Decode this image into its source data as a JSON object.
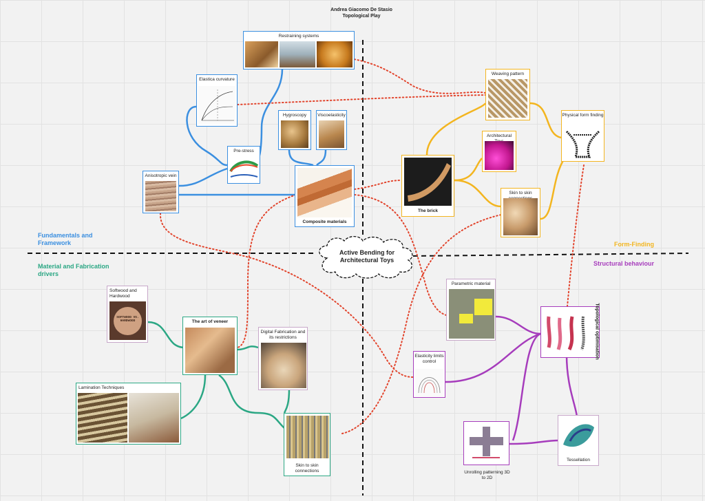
{
  "header": {
    "author": "Andrea Giacomo De Stasio",
    "title": "Topological Play"
  },
  "center": {
    "label": "Active Bending for Architectural Toys"
  },
  "quadrants": {
    "top_left": "Fundamentals and Framework",
    "top_right": "Form-Finding",
    "bottom_left": "Material and Fabrication drivers",
    "bottom_right": "Structural behaviour"
  },
  "nodes": {
    "restraining_systems": "Restraining systems",
    "elastica_curvature": "Elastica curvature",
    "hygroscopy": "Hygroscopy",
    "viscoelasticity": "Viscoelasticity",
    "pre_stress": "Pre-stress",
    "anisotropic_vein": "Anisotropic vein",
    "composite_materials": "Composite materials",
    "weaving_pattern": "Weaving pattern",
    "physical_form_finding": "Physical form finding",
    "architectural_toys": "Architectural Toys",
    "the_brick": "The brick",
    "skin_to_skin_top": "Skin to skin connections",
    "parametric_material": "Parametric material",
    "topological_optimisation": "Topological optimisation",
    "elasticity_limits": "Elasticity limits control",
    "unrolling": "Unrolling patterning 3D to 2D",
    "tessellation": "Tessellation",
    "softwood_hardwood": "Softwood and Hardwood",
    "art_of_veneer": "The art of veneer",
    "digital_fabrication": "Digital Fabrication and its restrictions",
    "lamination": "Lamination Techniques",
    "skin_to_skin_bottom": "Skin to skin connections"
  },
  "image_text": {
    "sign": "SOFTWOOD VS. HARDWOOD"
  },
  "colors": {
    "fundamentals": "#3b8fe0",
    "form_finding": "#f3b51f",
    "structural": "#a63cbc",
    "material": "#2ba784",
    "link": "#e2442c"
  }
}
